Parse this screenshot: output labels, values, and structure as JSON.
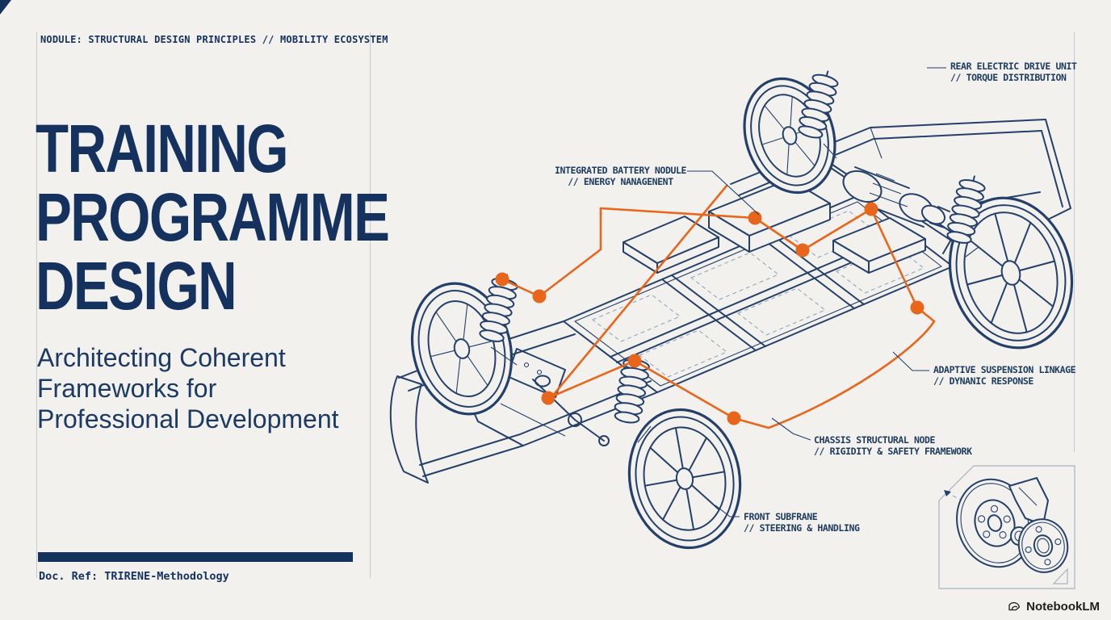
{
  "theme": {
    "bg": "#f2f1ee",
    "navy": "#15325f",
    "ink": "#24406a",
    "orange": "#e8661c",
    "hairline": "#c3c9d0",
    "dash": "#8aa0bb",
    "watermark": "#1f1f1f"
  },
  "left_panel": {
    "eyebrow": "NODULE: STRUCTURAL DESIGN PRINCIPLES // MOBILITY ECOSYSTEM",
    "title_lines": [
      "TRAINING",
      "PROGRAMME",
      "DESIGN"
    ],
    "subtitle_lines": [
      "Architecting Coherent",
      "Frameworks for",
      "Professional Development"
    ],
    "doc_ref": "Doc. Ref: TRIRENE-Methodology"
  },
  "diagram": {
    "subject": "electric-vehicle-skateboard-chassis-isometric-blueprint",
    "labels": [
      {
        "id": "rear-electric-drive-unit",
        "line1": "REAR ELECTRIC DRIVE UNIT",
        "line2": "// TORQUE DISTRIBUTION"
      },
      {
        "id": "integrated-battery-module",
        "line1": "INTEGRATED BATTERY NODULE",
        "line2": "// ENERGY NANAGENENT"
      },
      {
        "id": "adaptive-suspension-linkage",
        "line1": "ADAPTIVE SUSPENSION LINKAGE",
        "line2": "// DYNANIC RESPONSE"
      },
      {
        "id": "chassis-structural-node",
        "line1": "CHASSIS STRUCTURAL NODE",
        "line2": "// RIGIDITY & SAFETY FRAMEWORK"
      },
      {
        "id": "front-subframe",
        "line1": "FRONT SUBFRANE",
        "line2": "// STEERING & HANDLING"
      }
    ],
    "callout_dot_count": 9,
    "inset": "brake-disc-and-hub-exploded-detail"
  },
  "watermark": {
    "label": "NotebookLM",
    "icon": "notebooklm-logo-icon"
  }
}
